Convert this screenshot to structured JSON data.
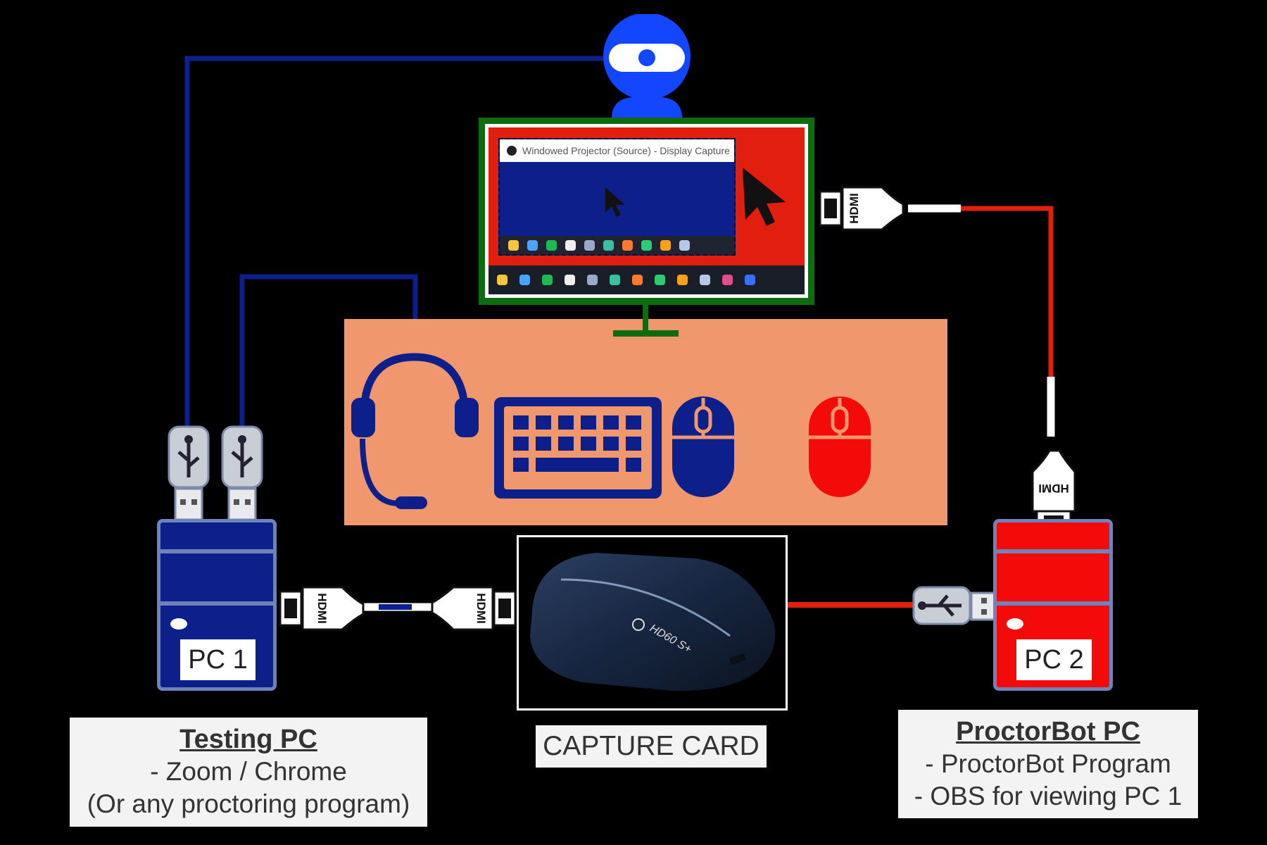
{
  "monitor": {
    "window_title": "Windowed Projector (Source) - Display Capture",
    "inner_taskbar_icons": [
      "sticky-notes-icon",
      "files-icon",
      "spotify-icon",
      "capcut-icon",
      "mail-icon",
      "vs-icon",
      "pen-icon",
      "obs-icon",
      "orange-app-icon",
      "notes-icon"
    ],
    "outer_taskbar_icons": [
      "copilot-icon",
      "explorer-icon",
      "chrome-icon",
      "steam-icon",
      "vscode-icon",
      "messenger-icon",
      "photos-icon",
      "photoshop-icon",
      "illustrator-icon",
      "nodejs-icon",
      "slider-app-icon",
      "v-app-icon"
    ]
  },
  "connectors": {
    "hdmi_label": "HDMI"
  },
  "capture_card": {
    "device_text": "HD60 S+",
    "caption": "CAPTURE CARD"
  },
  "pc1": {
    "label": "PC 1",
    "caption_title": "Testing PC",
    "caption_lines": [
      "- Zoom / Chrome",
      "(Or any proctoring program)"
    ]
  },
  "pc2": {
    "label": "PC 2",
    "caption_title": "ProctorBot PC",
    "caption_lines": [
      "- ProctorBot Program",
      "- OBS for viewing PC 1"
    ]
  },
  "colors": {
    "pc1_blue": "#0c1f8a",
    "pc2_red": "#f50a0a",
    "desk": "#f0976e",
    "monitor_frame": "#0d6b10",
    "webcam_blue": "#1247ff",
    "cable_blue": "#0c1f8a",
    "cable_red": "#e21e0e"
  }
}
